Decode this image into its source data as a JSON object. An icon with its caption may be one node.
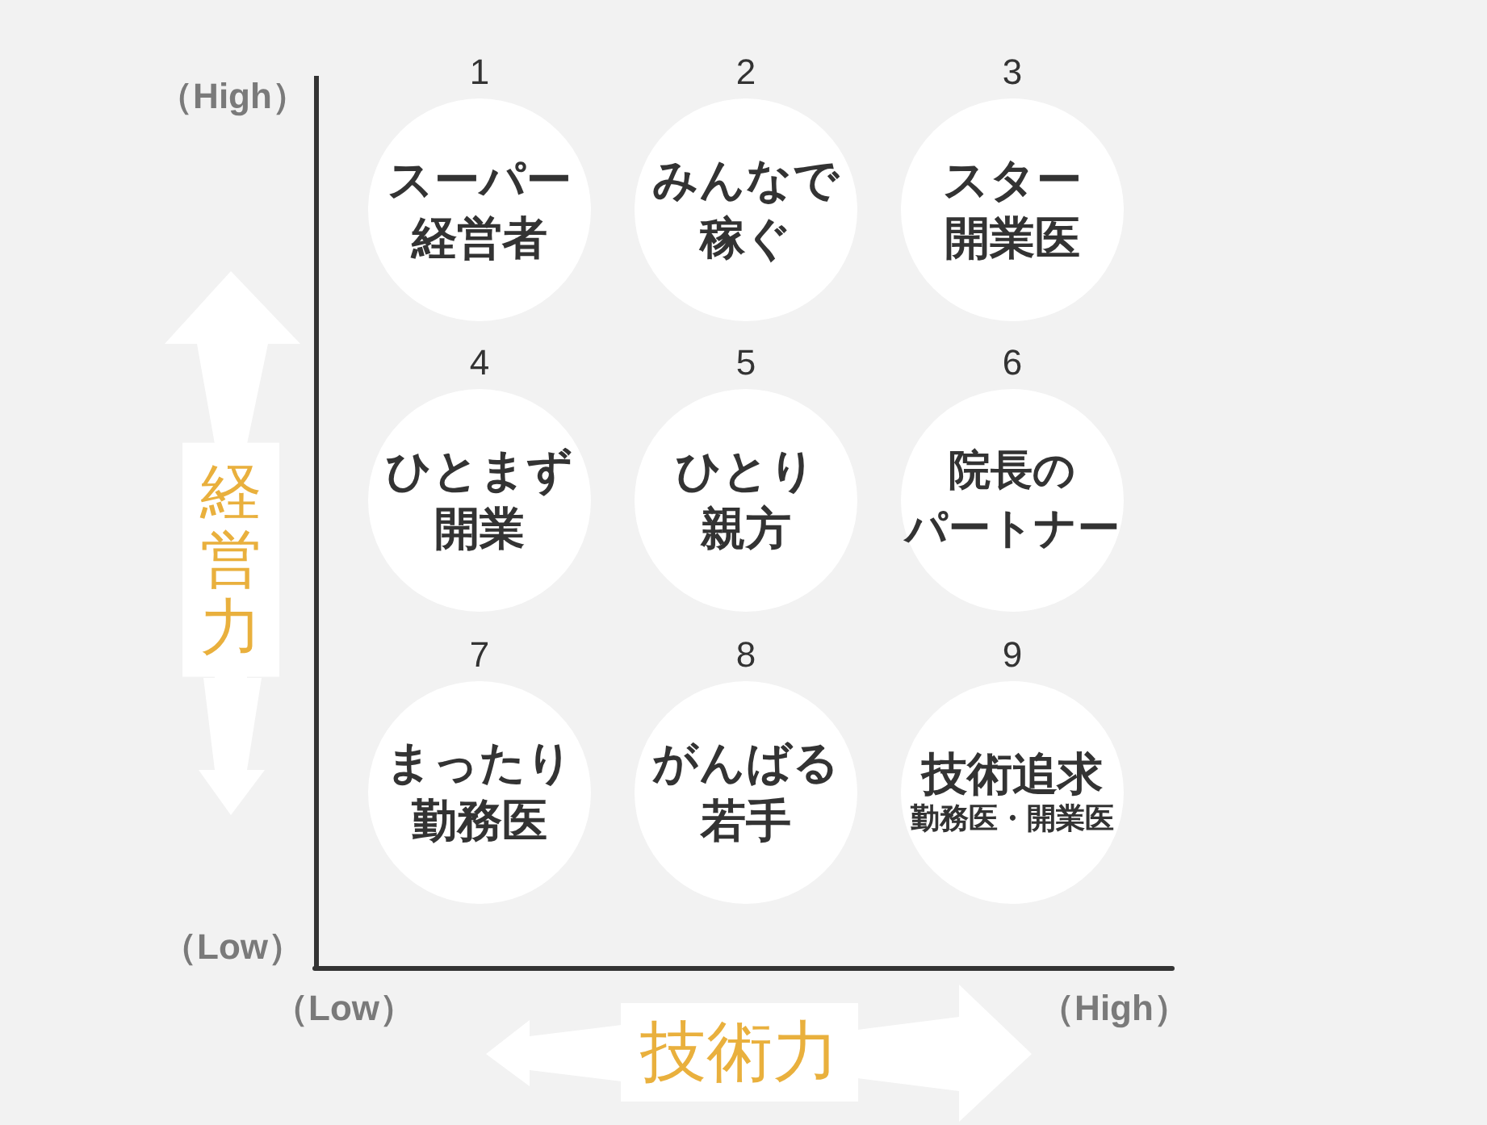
{
  "diagram": {
    "nodes": [
      {
        "text": [
          "スーパー経営者"
        ],
        "beside": [
          "1"
        ]
      },
      {
        "text": [
          "みんなで稼ぐ"
        ],
        "beside": [
          "2"
        ]
      },
      {
        "text": [
          "スター開業医"
        ],
        "beside": [
          "3"
        ]
      },
      {
        "text": [
          "ひとまず開業"
        ],
        "beside": [
          "4"
        ]
      },
      {
        "text": [
          "ひとり親方"
        ],
        "beside": [
          "5"
        ]
      },
      {
        "text": [
          "院長のパートナー"
        ],
        "beside": [
          "6"
        ]
      },
      {
        "text": [
          "まったり勤務医"
        ],
        "beside": [
          "7"
        ]
      },
      {
        "text": [
          "がんばる若手"
        ],
        "beside": [
          "8"
        ]
      },
      {
        "text": [
          "技術追求",
          "勤務医・開業医"
        ],
        "beside": [
          "9"
        ]
      }
    ],
    "labels": [
      "（High）",
      "経営力",
      "（Low）",
      "（Low）",
      "（High）",
      "技術力"
    ]
  }
}
